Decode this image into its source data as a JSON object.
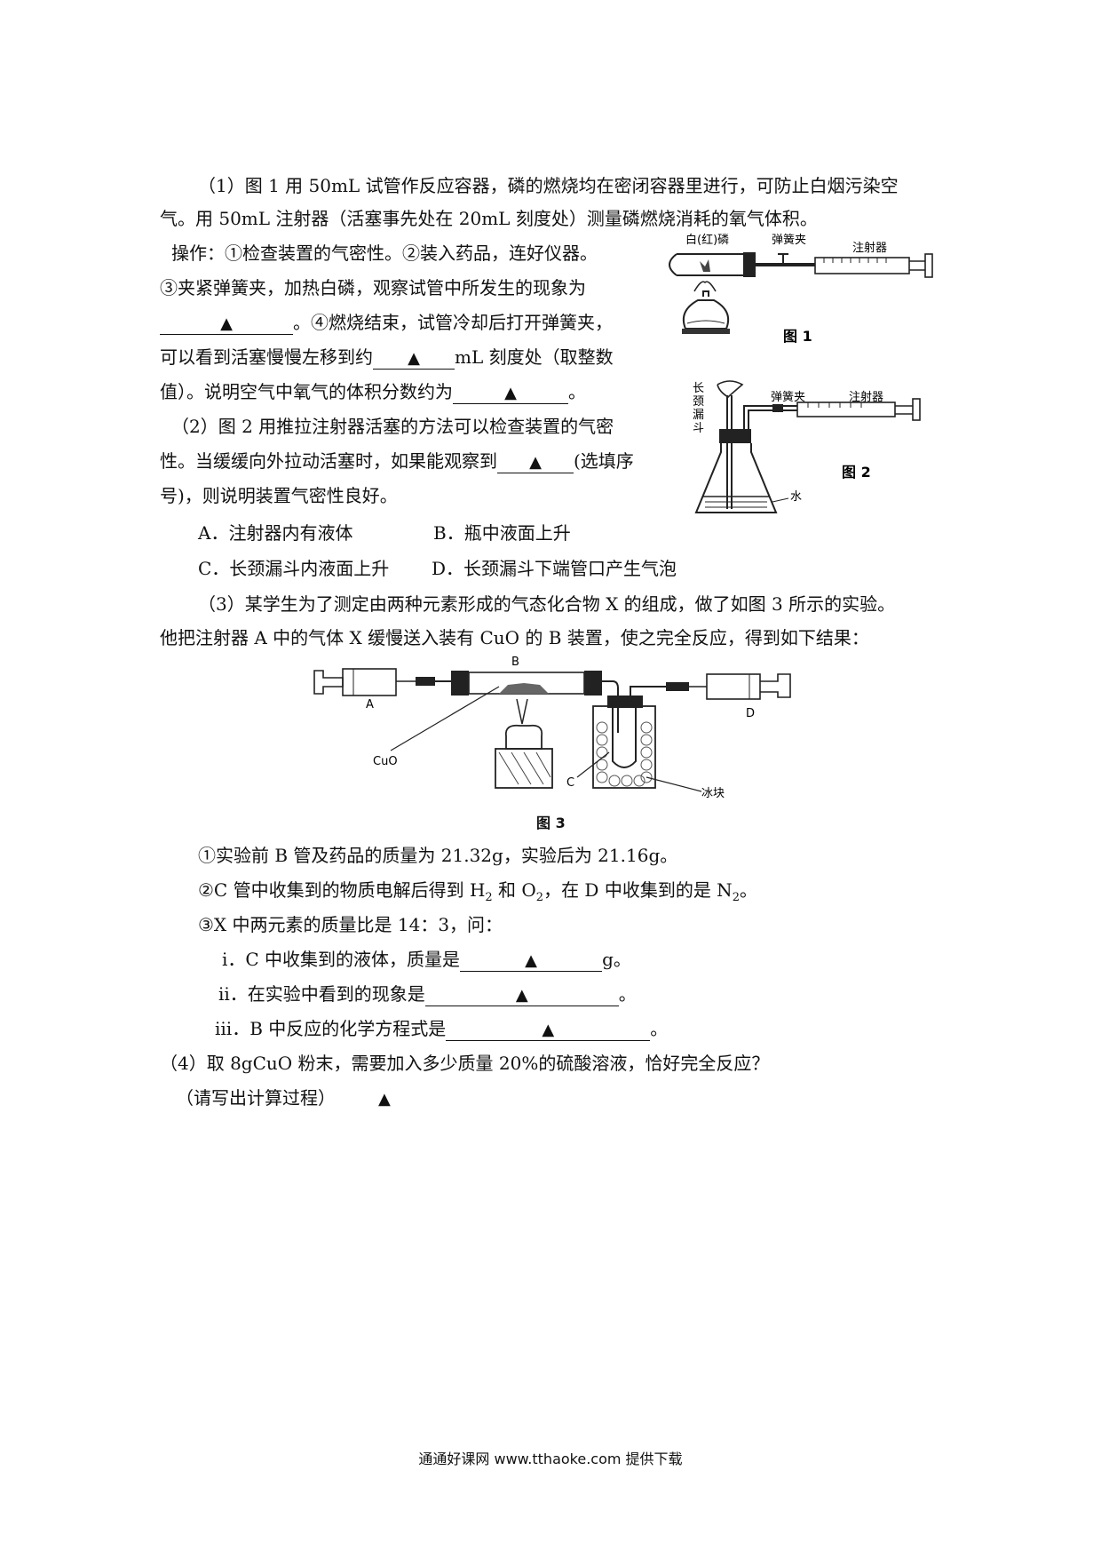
{
  "q1": {
    "line1": "（1）图 1 用 50mL 试管作反应容器，磷的燃烧均在密闭容器里进行，可防止白烟污染空",
    "line2": "气。用 50mL 注射器（活塞事先处在 20mL 刻度处）测量磷燃烧消耗的氧气体积。",
    "op_line1": "操作：①检查装置的气密性。②装入药品，连好仪器。",
    "op_line2": "③夹紧弹簧夹，加热白磷，观察试管中所发生的现象为",
    "op_line3_after": "。④燃烧结束，试管冷却后打开弹簧夹，",
    "op_line4_before": "可以看到活塞慢慢左移到约",
    "op_line4_after": "mL 刻度处（取整数",
    "op_line5_before": "值）。说明空气中氧气的体积分数约为",
    "op_line5_after": "。"
  },
  "q2": {
    "line1": "（2）图 2 用推拉注射器活塞的方法可以检查装置的气密",
    "line2_before": "性。当缓缓向外拉动活塞时，如果能观察到",
    "line2_after": "(选填序",
    "line3": "号)，则说明装置气密性良好。",
    "options": [
      "A．注射器内有液体",
      "B．瓶中液面上升",
      "C．长颈漏斗内液面上升",
      "D．长颈漏斗下端管口产生气泡"
    ]
  },
  "q3": {
    "line1": "（3）某学生为了测定由两种元素形成的气态化合物 X 的组成，做了如图 3 所示的实验。",
    "line2": "他把注射器 A 中的气体 X 缓慢送入装有 CuO 的 B 装置，使之完全反应，得到如下结果：",
    "fact1": "①实验前 B 管及药品的质量为 21.32g，实验后为 21.16g。",
    "fact2_a": "②C 管中收集到的物质电解后得到 H",
    "fact2_b": " 和 O",
    "fact2_c": "，在 D 中收集到的是 N",
    "fact2_d": "。",
    "sub2": "2",
    "fact3": "③X 中两元素的质量比是 14：3，问：",
    "sub_i_before": "ⅰ．C 中收集到的液体，质量是",
    "sub_i_after": "g。",
    "sub_ii_before": "ⅱ．在实验中看到的现象是",
    "sub_ii_after": "。",
    "sub_iii_before": "ⅲ．B 中反应的化学方程式是",
    "sub_iii_after": "。"
  },
  "q4": {
    "line1": "（4）取 8gCuO 粉末，需要加入多少质量 20%的硫酸溶液，恰好完全反应？",
    "line2": "（请写出计算过程）"
  },
  "answer_mark": "▲",
  "fig1": {
    "caption": "图 1",
    "label_phosphorus": "白(红)磷",
    "label_clamp": "弹簧夹",
    "label_syringe": "注射器"
  },
  "fig2": {
    "caption": "图 2",
    "label_funnel": [
      "长",
      "颈",
      "漏",
      "斗"
    ],
    "label_clamp": "弹簧夹",
    "label_syringe": "注射器",
    "label_water": "水"
  },
  "fig3": {
    "caption": "图 3",
    "label_a": "A",
    "label_b": "B",
    "label_c": "C",
    "label_d": "D",
    "label_cuo": "CuO",
    "label_ice": "冰块"
  },
  "footer": "通通好课网  www.tthaoke.com  提供下载"
}
